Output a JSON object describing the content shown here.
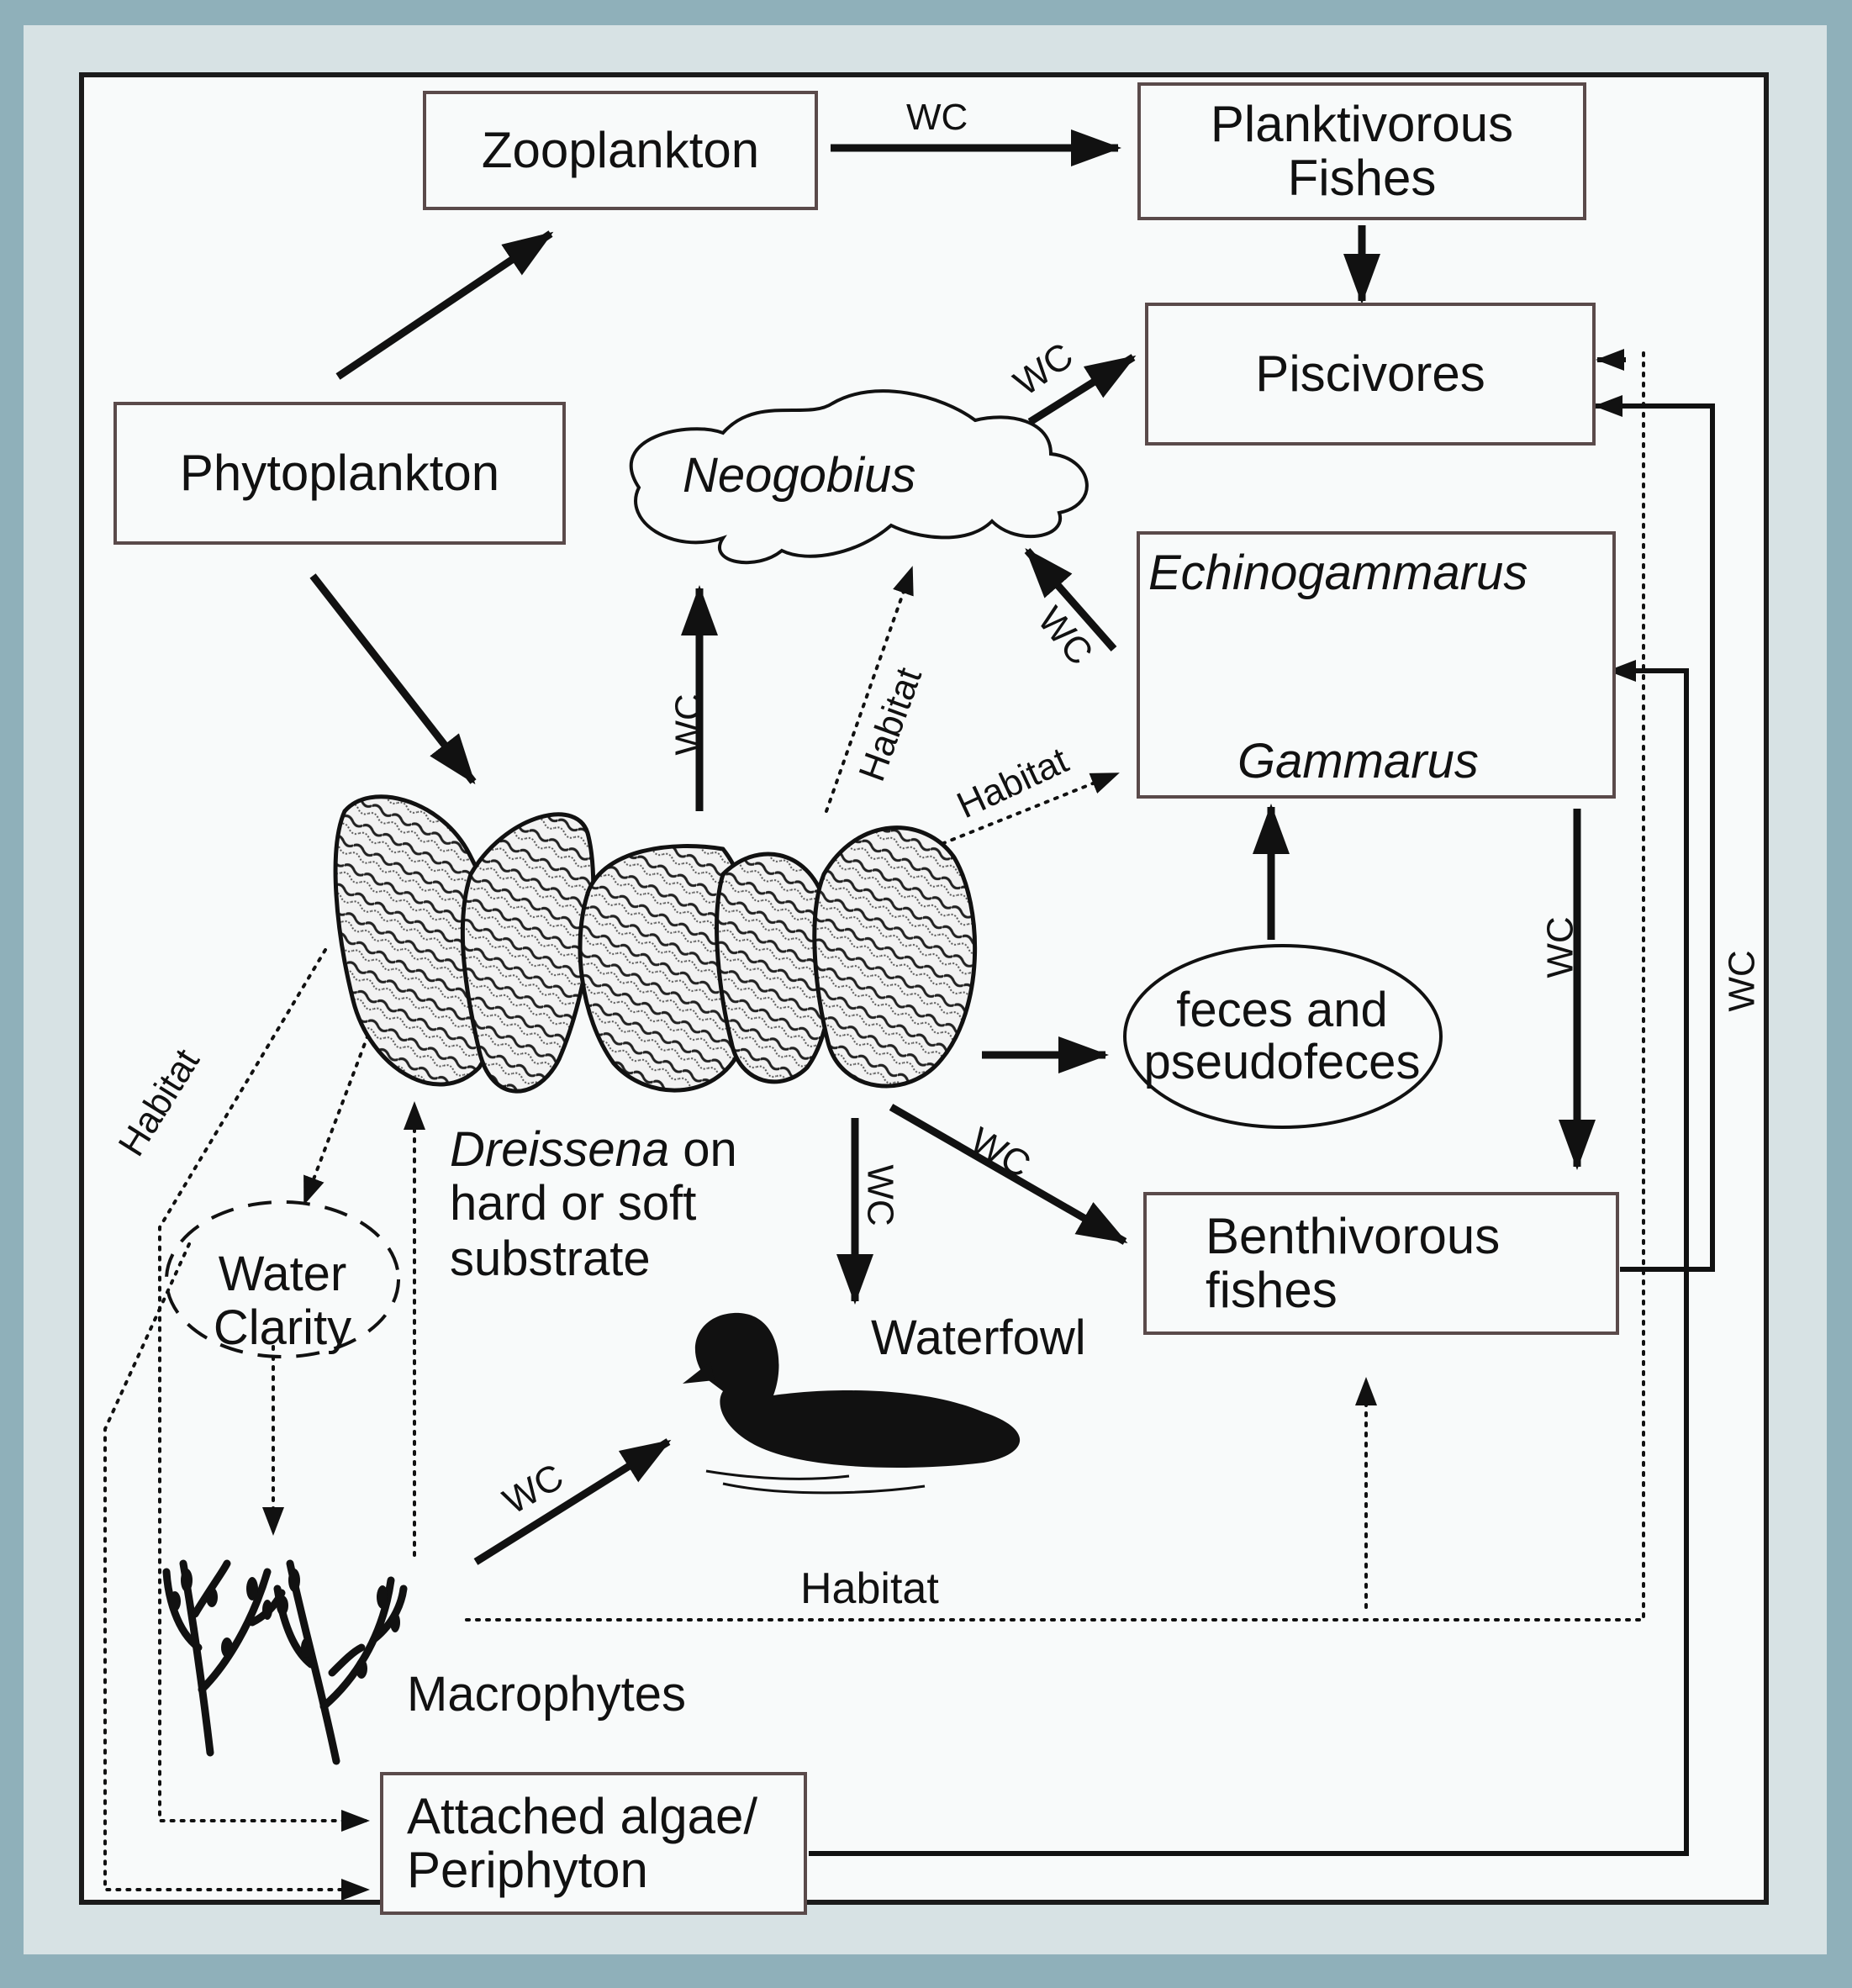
{
  "nodes": {
    "zooplankton": "Zooplankton",
    "planktivorous_1": "Planktivorous",
    "planktivorous_2": "Fishes",
    "piscivores": "Piscivores",
    "phytoplankton": "Phytoplankton",
    "neogobius": "Neogobius",
    "echinogammarus": "Echinogammarus",
    "gammarus": "Gammarus",
    "feces_1": "feces and",
    "feces_2": "pseudofeces",
    "dreissena_italic": "Dreissena",
    "dreissena_1": " on",
    "dreissena_2": "hard or soft",
    "dreissena_3": "substrate",
    "water_clarity_1": "Water",
    "water_clarity_2": "Clarity",
    "benthivorous_1": "Benthivorous",
    "benthivorous_2": "fishes",
    "waterfowl": "Waterfowl",
    "macrophytes": "Macrophytes",
    "attached_1": "Attached algae/",
    "attached_2": "Periphyton"
  },
  "edge_labels": {
    "wc": "WC",
    "habitat": "Habitat"
  },
  "colors": {
    "frame": "#8fb0ba",
    "panel": "#f8fafa",
    "ink": "#111111",
    "box_border": "#5a4a4a"
  },
  "icons": [
    "mussel-cluster-icon",
    "duck-icon",
    "macrophyte-plant-icon"
  ]
}
